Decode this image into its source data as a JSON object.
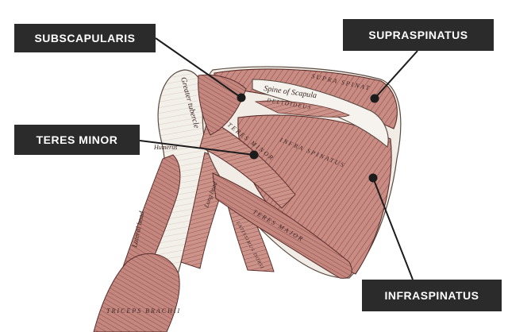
{
  "labels": {
    "subscapularis": "SUBSCAPULARIS",
    "supraspinatus": "SUPRASPINATUS",
    "teres_minor": "TERES MINOR",
    "infraspinatus": "INFRASPINATUS"
  },
  "engraving_text": {
    "greater_tubercle": "Greater tubercle",
    "spine_of_scapula": "Spine of Scapula",
    "supra_spinat": "SUPRA SPINAT",
    "deltoideus": "DELTOIDEUS",
    "humerus": "Humerus",
    "teres_minor": "TERES MINOR",
    "infra_spinatus": "INFRA SPINATUS",
    "long_head": "Long head",
    "lateral_head": "Lateral head",
    "teres_major": "TERES MAJOR",
    "latissimus_dorsi": "LATISSIMUS DORSI",
    "triceps_brachii": "TRICEPS BRACHII"
  },
  "colors": {
    "muscle": "#c98c84",
    "muscle_dark": "#9a5a52",
    "bone": "#f3efe9",
    "callout_bg": "#2b2b2b",
    "callout_text": "#ffffff",
    "marker": "#1c1c1c"
  }
}
